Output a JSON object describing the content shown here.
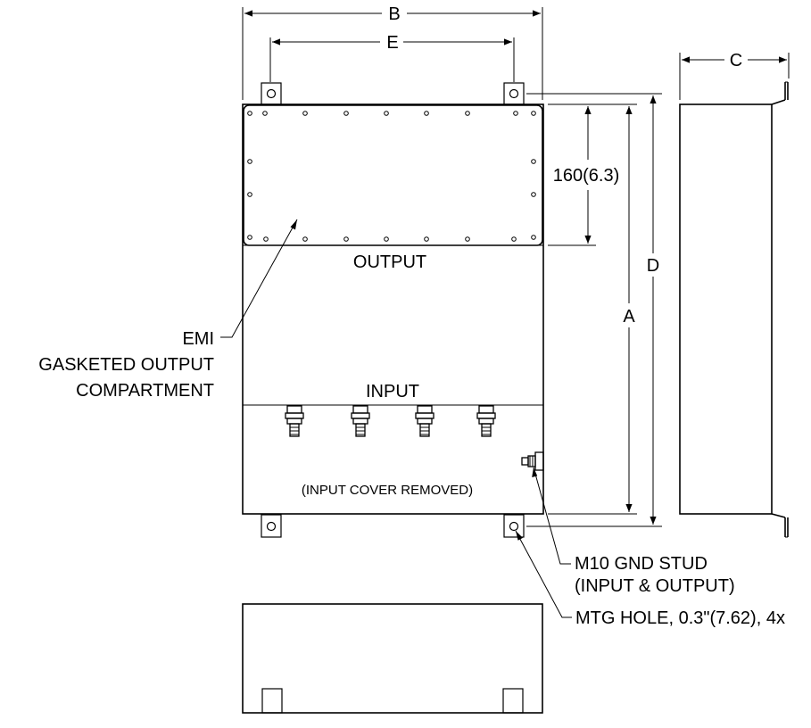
{
  "dimensions": {
    "b": "B",
    "e": "E",
    "c": "C",
    "d": "D",
    "a": "A",
    "cover_height": "160(6.3)"
  },
  "labels": {
    "output": "OUTPUT",
    "input": "INPUT",
    "input_cover_removed": "(INPUT COVER REMOVED)",
    "emi_line1": "EMI",
    "emi_line2": "GASKETED OUTPUT",
    "emi_line3": "COMPARTMENT",
    "gnd_stud_line1": "M10 GND STUD",
    "gnd_stud_line2": "(INPUT & OUTPUT)",
    "mtg_hole": "MTG HOLE, 0.3\"(7.62), 4x"
  }
}
